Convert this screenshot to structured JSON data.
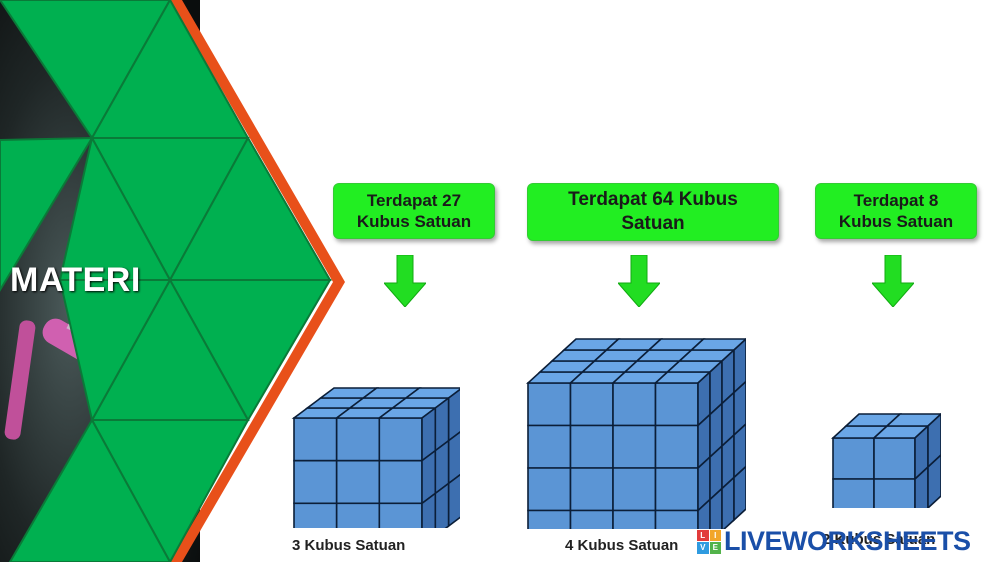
{
  "slide": {
    "title": "MATERI",
    "labels": [
      {
        "text": "Terdapat 27\nKubus Satuan"
      },
      {
        "text": "Terdapat 64 Kubus\nSatuan"
      },
      {
        "text": "Terdapat 8\nKubus Satuan"
      }
    ],
    "captions": [
      {
        "text": "3 Kubus Satuan"
      },
      {
        "text": "4 Kubus Satuan"
      },
      {
        "text": "2 Kubus Satuan"
      }
    ],
    "cubes": [
      {
        "grid": 3
      },
      {
        "grid": 4
      },
      {
        "grid": 2
      }
    ],
    "colors": {
      "triangle_green": "#00b050",
      "accent_orange": "#e8501a",
      "label_green": "#22ee22",
      "arrow_green": "#22dd22",
      "cube_front": "#5b95d5",
      "cube_side": "#3d6fb0",
      "cube_top": "#6aa6e6"
    }
  },
  "watermark": {
    "brand": "LIVEWORKSHEETS",
    "logo_letters": [
      "L",
      "I",
      "V",
      "E"
    ]
  }
}
